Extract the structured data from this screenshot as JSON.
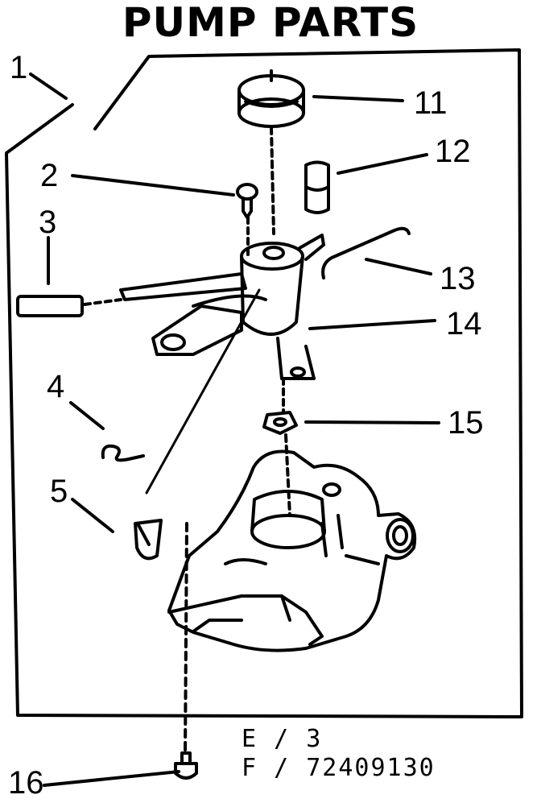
{
  "title": "PUMP PARTS",
  "callouts": [
    "1",
    "2",
    "3",
    "4",
    "5",
    "11",
    "12",
    "13",
    "14",
    "15",
    "16"
  ],
  "footer": {
    "line1": "E / 3",
    "line2": "F / 72409130"
  }
}
